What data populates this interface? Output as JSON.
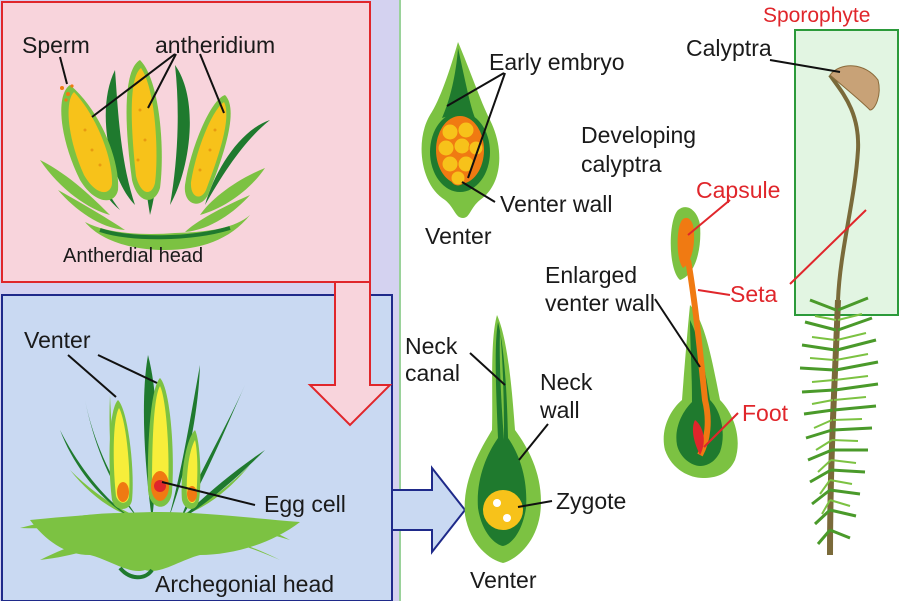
{
  "labels": {
    "sperm": "Sperm",
    "antheridium": "antheridium",
    "antherdial_head": "Antherdial head",
    "venter_arch": "Venter",
    "egg_cell": "Egg cell",
    "archegonial_head": "Archegonial head",
    "early_embryo": "Early embryo",
    "venter_wall": "Venter wall",
    "venter_top": "Venter",
    "neck_canal_1": "Neck",
    "neck_canal_2": "canal",
    "neck_wall_1": "Neck",
    "neck_wall_2": "wall",
    "zygote": "Zygote",
    "venter_bottom": "Venter",
    "developing_calyptra_1": "Developing",
    "developing_calyptra_2": "calyptra",
    "enlarged_venter_1": "Enlarged",
    "enlarged_venter_2": "venter wall",
    "capsule": "Capsule",
    "seta": "Seta",
    "foot": "Foot",
    "calyptra": "Calyptra",
    "sporophyte": "Sporophyte"
  },
  "colors": {
    "pink_panel": "#f8d4dc",
    "blue_panel": "#c9d9f2",
    "lavender_strip": "#d4d2f0",
    "sporophyte_box": "#e2f5e2",
    "dark_green": "#1f7a2e",
    "light_green": "#7cc242",
    "yellow": "#f7c21a",
    "orange": "#f07a12",
    "red_label": "#e0262b"
  }
}
